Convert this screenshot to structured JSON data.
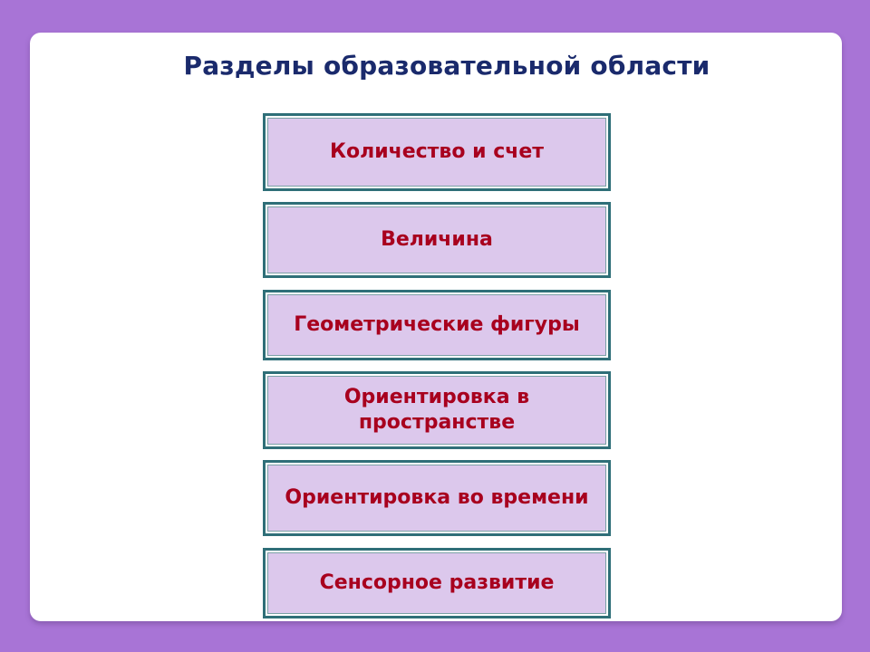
{
  "slide": {
    "title": "Разделы образовательной области",
    "sections": [
      "Количество и счет",
      "Величина",
      "Геометрические фигуры",
      "Ориентировка в пространстве",
      "Ориентировка во времени",
      "Сенсорное развитие"
    ]
  },
  "colors": {
    "background": "#a874d6",
    "title": "#1a2a6c",
    "box_fill": "#dcc8ec",
    "box_border": "#2f6f78",
    "box_text": "#a8001e"
  }
}
